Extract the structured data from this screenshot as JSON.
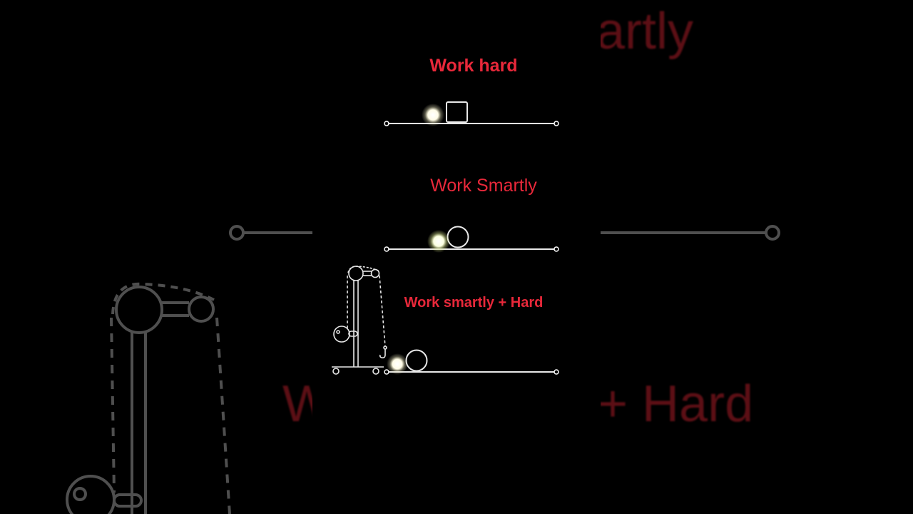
{
  "scene": {
    "type": "vertical-video-frame",
    "background_color": "#000000",
    "text_color": "#e8283a",
    "line_color": "#ffffff",
    "background_echo_text_color": "#5c0f15",
    "background_echo_line_color": "#555555"
  },
  "panels": [
    {
      "title": "Work hard",
      "object": "square-block",
      "pusher": "glowing-ball"
    },
    {
      "title": "Work Smartly",
      "object": "circle-wheel",
      "pusher": "glowing-ball"
    },
    {
      "title": "Work smartly + Hard",
      "object": "circle-wheel",
      "pusher": "glowing-ball",
      "helper": "crane"
    }
  ],
  "background_echo": {
    "top_right_text": "artly",
    "bottom_left_text": "W",
    "bottom_right_text": "+ Hard"
  }
}
